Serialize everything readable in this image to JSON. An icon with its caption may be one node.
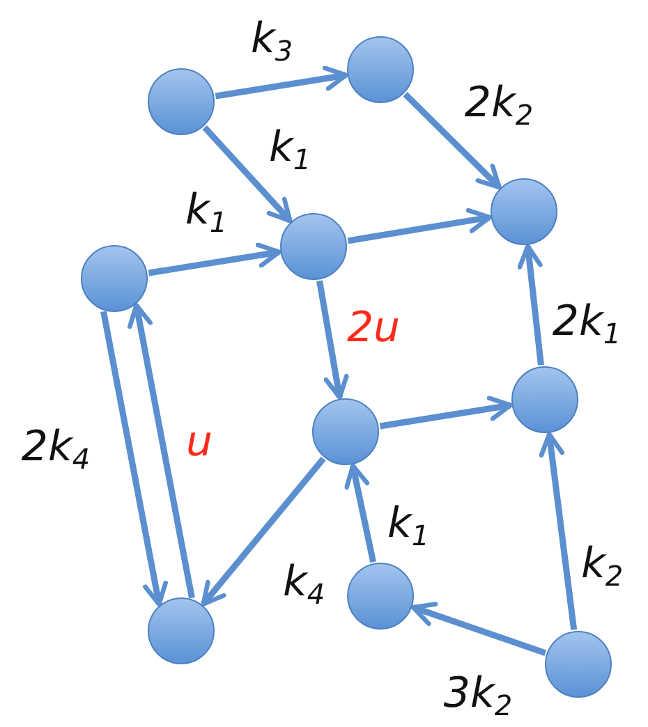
{
  "diagram": {
    "nodes": [
      {
        "text": [],
        "shape": "circle"
      },
      {
        "text": [],
        "shape": "circle"
      },
      {
        "text": [],
        "shape": "circle"
      },
      {
        "text": [],
        "shape": "circle"
      },
      {
        "text": [],
        "shape": "circle"
      },
      {
        "text": [],
        "shape": "circle"
      },
      {
        "text": [],
        "shape": "circle"
      },
      {
        "text": [],
        "shape": "circle"
      },
      {
        "text": [],
        "shape": "circle"
      },
      {
        "text": [],
        "shape": "circle"
      }
    ],
    "edges": [
      {
        "from": 0,
        "to": 1,
        "arrow": "to",
        "label": "k$_{3}$"
      },
      {
        "from": 0,
        "to": 3,
        "arrow": "to",
        "label": "k$_{1}$"
      },
      {
        "from": 1,
        "to": 2,
        "arrow": "to",
        "label": "2k$_{2}$"
      },
      {
        "from": 4,
        "to": 3,
        "arrow": "to",
        "label": "k$_{1}$"
      },
      {
        "from": 3,
        "to": 2,
        "arrow": "to"
      },
      {
        "from": 3,
        "to": 5,
        "arrow": "to",
        "label": "2u"
      },
      {
        "from": 6,
        "to": 2,
        "arrow": "to",
        "label": "2k$_{1}$"
      },
      {
        "from": 4,
        "to": 7,
        "arrow": "to",
        "label": "2k$_{4}$"
      },
      {
        "from": 7,
        "to": 4,
        "arrow": "to",
        "label": "u"
      },
      {
        "from": 5,
        "to": 6,
        "arrow": "to"
      },
      {
        "from": 5,
        "to": 7,
        "arrow": "to",
        "label": "k$_{4}$"
      },
      {
        "from": 8,
        "to": 5,
        "arrow": "to",
        "label": "k$_{1}$"
      },
      {
        "from": 9,
        "to": 6,
        "arrow": "to",
        "label": "k$_{2}$"
      },
      {
        "from": 9,
        "to": 8,
        "arrow": "to",
        "label": "3k$_{2}$"
      }
    ]
  }
}
